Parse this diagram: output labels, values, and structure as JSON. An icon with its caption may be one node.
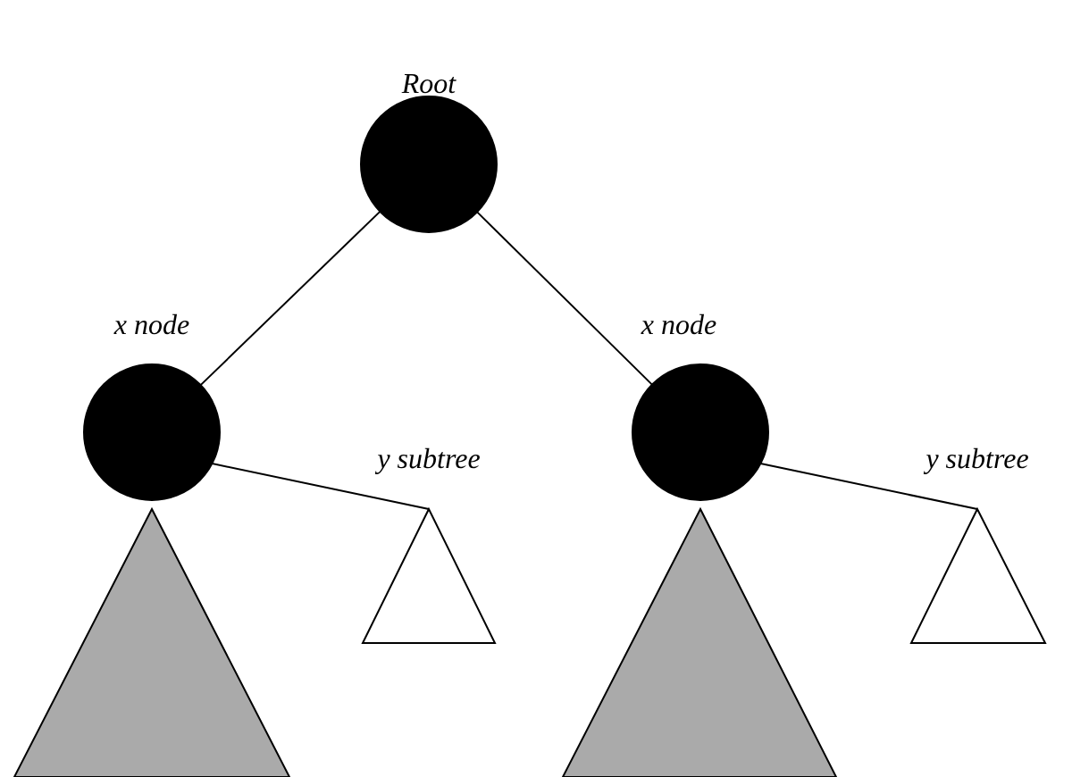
{
  "diagram": {
    "nodes": [
      {
        "text": [
          "Root"
        ]
      },
      {
        "text": [
          "x node"
        ]
      },
      {
        "text": [],
        "shape": "triangle"
      },
      {
        "text": [
          "y subtree"
        ]
      },
      {
        "text": [
          "x node"
        ]
      },
      {
        "text": [],
        "shape": "triangle"
      },
      {
        "text": [
          "y subtree"
        ]
      }
    ],
    "edges": [
      {
        "from": 0,
        "to": 1,
        "arrow": "none"
      },
      {
        "from": 0,
        "to": 4,
        "arrow": "none"
      },
      {
        "from": 1,
        "to": 3,
        "arrow": "none"
      },
      {
        "from": 4,
        "to": 6,
        "arrow": "none"
      }
    ]
  }
}
